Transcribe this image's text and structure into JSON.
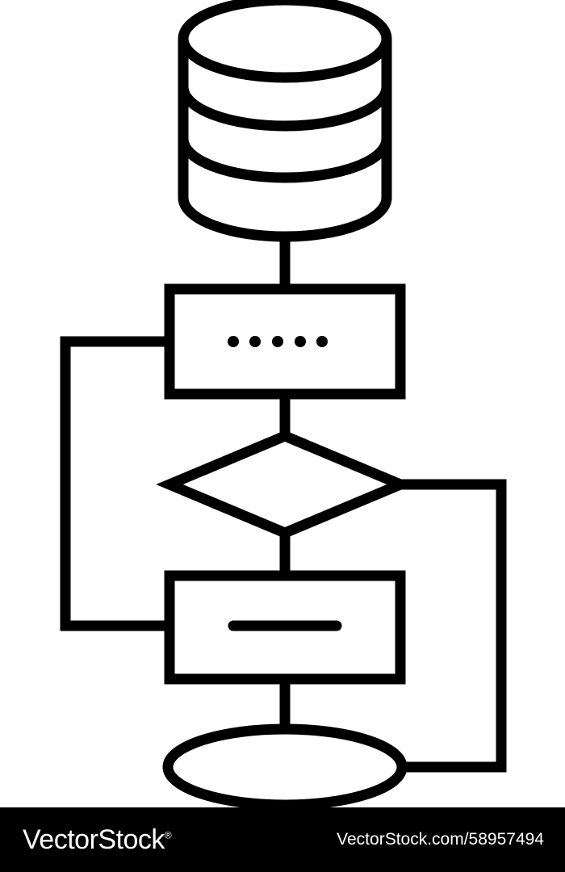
{
  "diagram": {
    "stroke_color": "#000000",
    "fill_color": "#ffffff",
    "nodes": [
      {
        "id": "database",
        "shape": "cylinder-stack",
        "icon": "database-icon"
      },
      {
        "id": "process-1",
        "shape": "rectangle",
        "icon": "ellipsis-dots-icon"
      },
      {
        "id": "decision",
        "shape": "diamond"
      },
      {
        "id": "process-2",
        "shape": "rectangle",
        "icon": "minus-bar-icon"
      },
      {
        "id": "terminator",
        "shape": "ellipse"
      }
    ],
    "edges": [
      {
        "from": "database",
        "to": "process-1"
      },
      {
        "from": "process-1",
        "to": "decision"
      },
      {
        "from": "decision",
        "to": "process-2"
      },
      {
        "from": "process-2",
        "to": "terminator"
      },
      {
        "from": "process-1",
        "to": "process-2",
        "route": "left-loop"
      },
      {
        "from": "decision",
        "to": "terminator",
        "route": "right-loop"
      }
    ]
  },
  "footer": {
    "brand": "VectorStock",
    "brand_suffix": "®",
    "image_id": "VectorStock.com/58957494",
    "background": "#000000",
    "text_color": "#ffffff"
  }
}
